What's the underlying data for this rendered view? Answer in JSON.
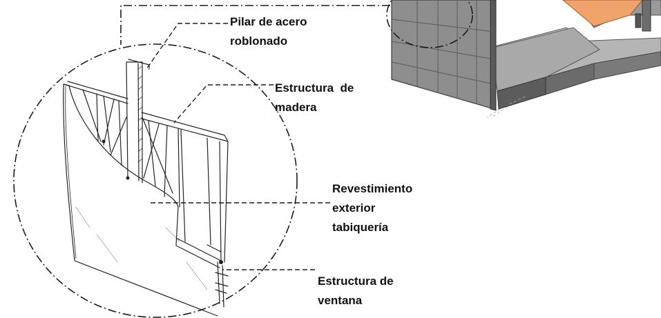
{
  "labels": {
    "pilar": {
      "line1": "Pilar de acero",
      "line2": "roblonado"
    },
    "madera": {
      "line1": "Estructura  de",
      "line2": "madera"
    },
    "revestimiento": {
      "line1": "Revestimiento",
      "line2": "exterior",
      "line3": "tabiquería"
    },
    "ventana": {
      "line1": "Estructura de",
      "line2": "ventana"
    }
  },
  "colors": {
    "ink": "#1a1a1a",
    "grid_panel": "#8c8c8c",
    "grid_line": "#5f5f5f",
    "slab_top": "#b9b9b9",
    "slab_side": "#6d6d6d",
    "orange_panel": "#f0a36b",
    "blue_post": "#1f3a9a"
  }
}
